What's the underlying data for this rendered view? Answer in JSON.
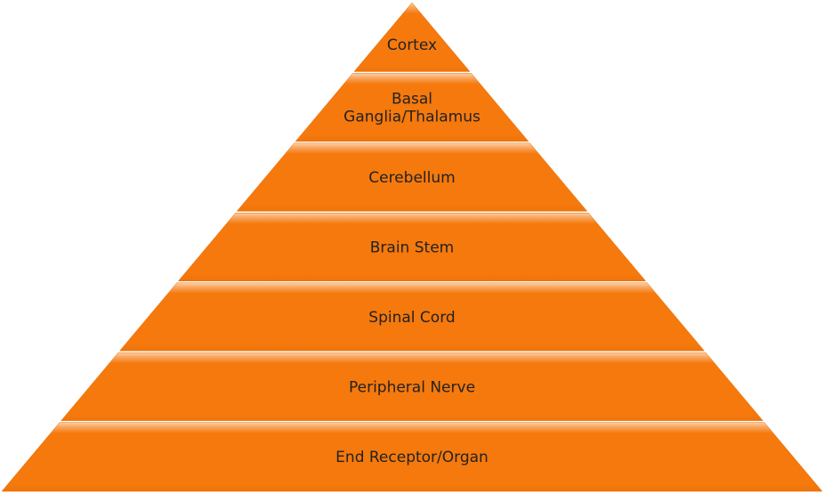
{
  "diagram": {
    "type": "pyramid",
    "colors": {
      "fill": "#f5790d",
      "highlight": "#fbd0a6",
      "edge": "#e3700c"
    },
    "tiers": [
      {
        "lines": [
          "Cortex"
        ]
      },
      {
        "lines": [
          "Basal",
          "Ganglia/Thalamus"
        ]
      },
      {
        "lines": [
          "Cerebellum"
        ]
      },
      {
        "lines": [
          "Brain Stem"
        ]
      },
      {
        "lines": [
          "Spinal Cord"
        ]
      },
      {
        "lines": [
          "Peripheral Nerve"
        ]
      },
      {
        "lines": [
          "End Receptor/Organ"
        ]
      }
    ]
  }
}
